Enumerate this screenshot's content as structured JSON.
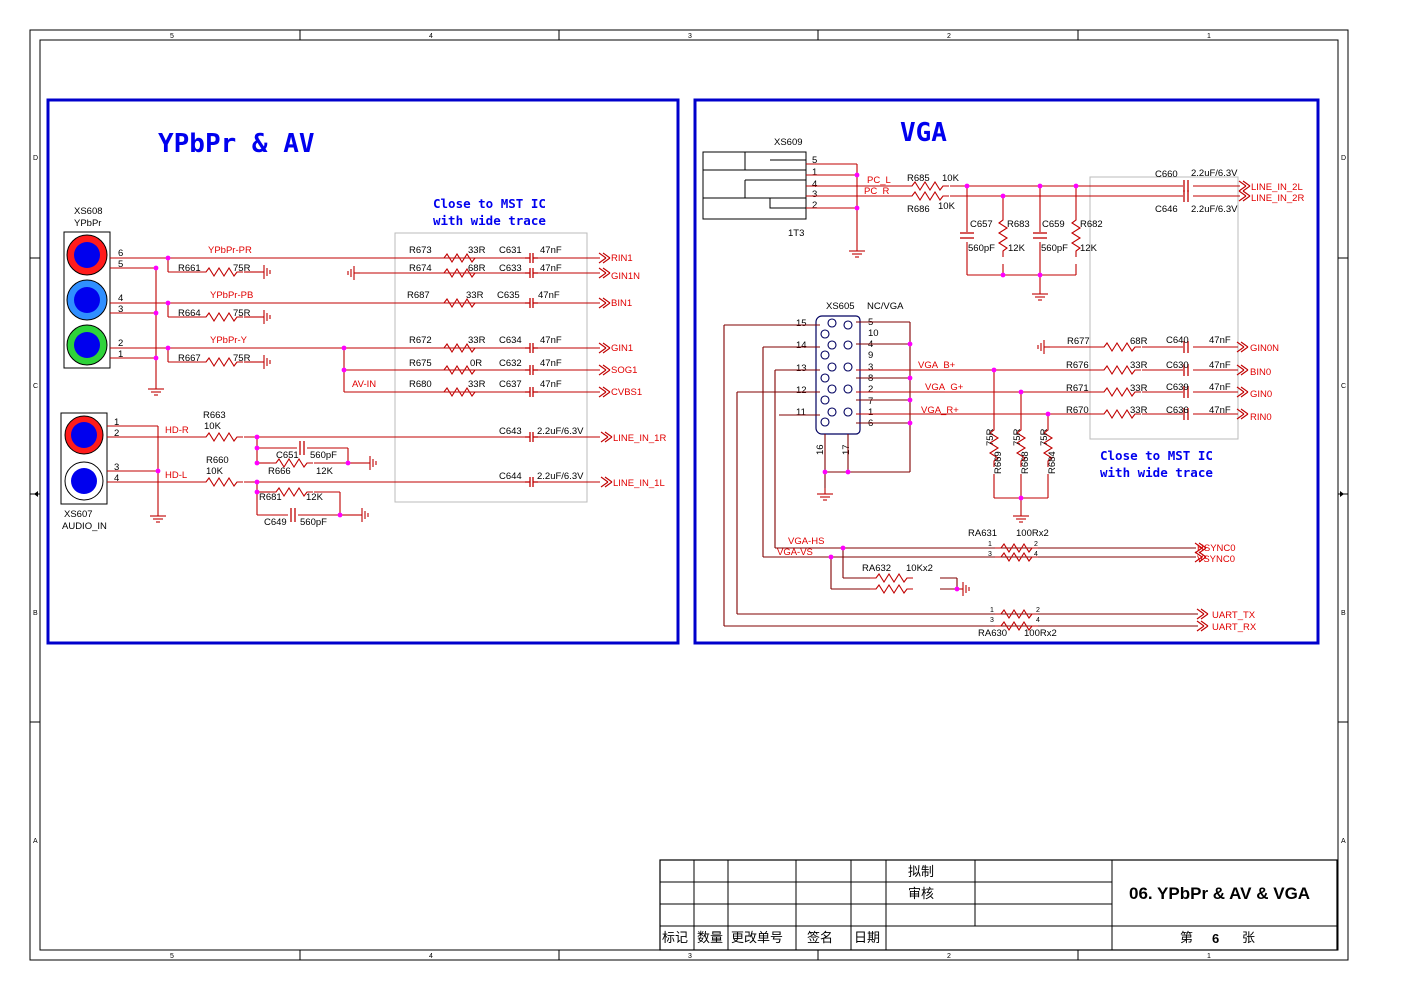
{
  "frame": {
    "col_labels": [
      "5",
      "4",
      "3",
      "2",
      "1"
    ],
    "row_labels": [
      "D",
      "C",
      "B",
      "A"
    ]
  },
  "colors": {
    "border": "#0000cc",
    "wire": "#c00000",
    "junction": "#ff00ff",
    "title": "#0000ee"
  },
  "ypbpr": {
    "title": "YPbPr & AV",
    "note_line1": "Close to MST IC",
    "note_line2": "with wide trace",
    "conn_ref": "XS608",
    "conn_name": "YPbPr",
    "audio_ref": "XS607",
    "audio_name": "AUDIO_IN",
    "nets": {
      "pr": "YPbPr-PR",
      "pb": "YPbPr-PB",
      "y": "YPbPr-Y",
      "av": "AV-IN",
      "hdr": "HD-R",
      "hdl": "HD-L"
    },
    "parts": {
      "R661": "R661",
      "R664": "R664",
      "R667": "R667",
      "R75": "75R",
      "R673": "R673",
      "R673v": "33R",
      "C631": "C631",
      "R674": "R674",
      "R674v": "68R",
      "C633": "C633",
      "R687": "R687",
      "R687v": "33R",
      "C635": "C635",
      "R672": "R672",
      "R672v": "33R",
      "C634": "C634",
      "R675": "R675",
      "R675v": "0R",
      "C632": "C632",
      "R680": "R680",
      "R680v": "33R",
      "C637": "C637",
      "C47": "47nF",
      "R663": "R663",
      "R660": "R660",
      "R10K": "10K",
      "C651": "C651",
      "C560": "560pF",
      "R666": "R666",
      "R12K": "12K",
      "R681": "R681",
      "C649": "C649",
      "C643": "C643",
      "C644": "C644",
      "C22": "2.2uF/6.3V"
    },
    "outputs": [
      "RIN1",
      "GIN1N",
      "BIN1",
      "GIN1",
      "SOG1",
      "CVBS1",
      "LINE_IN_1R",
      "LINE_IN_1L"
    ],
    "pins": [
      "6",
      "5",
      "4",
      "3",
      "2",
      "1",
      "1",
      "2",
      "3",
      "4"
    ]
  },
  "vga": {
    "title": "VGA",
    "note_line1": "Close to MST IC",
    "note_line2": "with wide trace",
    "jack_ref": "XS609",
    "jack_name": "1T3",
    "dsub_ref": "XS605",
    "dsub_name": "NC/VGA",
    "nets": {
      "pcl": "PC_L",
      "pcr": "PC_R",
      "vb": "VGA_B+",
      "vg": "VGA_G+",
      "vr": "VGA_R+",
      "hs": "VGA-HS",
      "vs": "VGA-VS"
    },
    "parts": {
      "R685": "R685",
      "R686": "R686",
      "R10K": "10K",
      "C657": "C657",
      "C659": "C659",
      "C560": "560pF",
      "R683": "R683",
      "R682": "R682",
      "R12K": "12K",
      "C660": "C660",
      "C646": "C646",
      "C22": "2.2uF/6.3V",
      "R677": "R677",
      "R68": "68R",
      "C640": "C640",
      "R676": "R676",
      "C630": "C630",
      "R671": "R671",
      "C639": "C639",
      "R670": "R670",
      "C636": "C636",
      "R33": "33R",
      "C47": "47nF",
      "R669": "R669",
      "R668": "R668",
      "R684": "R684",
      "R75": "75R",
      "RA631": "RA631",
      "RA630": "RA630",
      "R100x2": "100Rx2",
      "RA632": "RA632",
      "R10Kx2": "10Kx2"
    },
    "outputs": [
      "LINE_IN_2L",
      "LINE_IN_2R",
      "GIN0N",
      "BIN0",
      "GIN0",
      "RIN0",
      "HSYNC0",
      "VSYNC0",
      "UART_TX",
      "UART_RX"
    ],
    "jack_pins": [
      "5",
      "1",
      "4",
      "3",
      "2"
    ],
    "dsub_pins_left": [
      "15",
      "14",
      "13",
      "12",
      "11"
    ],
    "dsub_pins_right": [
      "5",
      "10",
      "4",
      "9",
      "3",
      "8",
      "2",
      "7",
      "1",
      "6"
    ],
    "dsub_pins_bottom": [
      "16",
      "17"
    ],
    "ra_pins": [
      "1",
      "2",
      "3",
      "4"
    ]
  },
  "titleblock": {
    "drafted": "拟制",
    "reviewed": "审核",
    "col1": "标记",
    "col2": "数量",
    "col3": "更改单号",
    "col4": "签名",
    "col5": "日期",
    "title": "06. YPbPr & AV & VGA",
    "sheet_pre": "第",
    "sheet_no": "6",
    "sheet_post": "张"
  }
}
